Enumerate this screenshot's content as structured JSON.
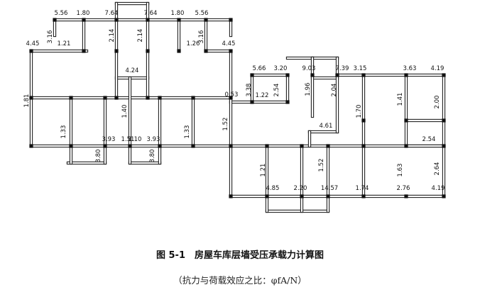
{
  "figure": {
    "caption": "图 5-1　房屋车库层墙受压承载力计算图",
    "subcaption": "（抗力与荷载效应之比：φfA/N）"
  },
  "wall_ratios": [
    "5.56",
    "1.80",
    "7.64",
    "7.64",
    "1.80",
    "5.56",
    "3.16",
    "2.14",
    "2.14",
    "3.16",
    "4.45",
    "1.21",
    "1.26",
    "4.45",
    "4.24",
    "1.81",
    "1.40",
    "1.33",
    "1.33",
    "0.53",
    "1.52",
    "3.80",
    "3.93",
    "1.51",
    "1.10",
    "3.93",
    "3.80",
    "5.66",
    "3.20",
    "9.03",
    "7.39",
    "3.15",
    "3.63",
    "4.19",
    "3.38",
    "2.54",
    "1.96",
    "2.04",
    "1.22",
    "1.41",
    "2.00",
    "1.70",
    "4.61",
    "2.54",
    "1.21",
    "1.52",
    "1.63",
    "2.64",
    "4.85",
    "2.20",
    "14.57",
    "1.74",
    "2.76",
    "4.19"
  ]
}
